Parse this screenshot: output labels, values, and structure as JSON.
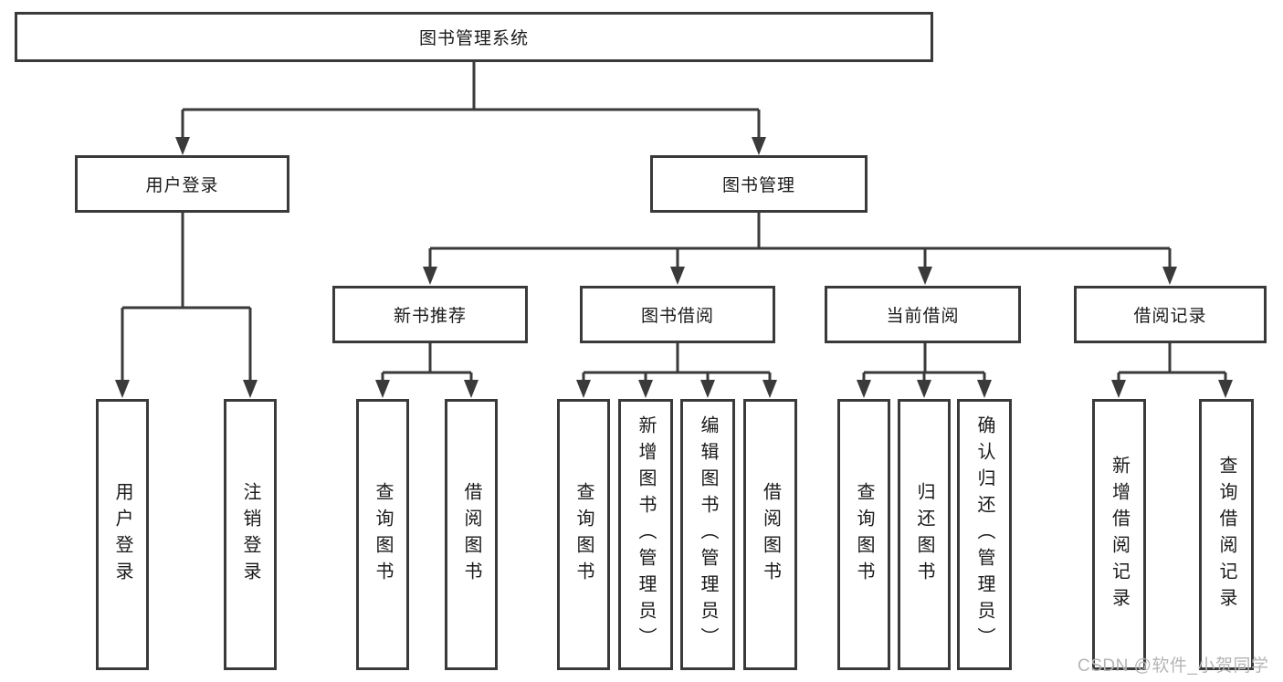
{
  "diagram": {
    "root": {
      "label": "图书管理系统"
    },
    "level2": [
      {
        "id": "user-login",
        "label": "用户登录"
      },
      {
        "id": "book-management",
        "label": "图书管理"
      }
    ],
    "level3": [
      {
        "id": "new-book-recommend",
        "label": "新书推荐"
      },
      {
        "id": "book-borrow",
        "label": "图书借阅"
      },
      {
        "id": "current-borrow",
        "label": "当前借阅"
      },
      {
        "id": "borrow-records",
        "label": "借阅记录"
      }
    ],
    "leaves": {
      "user_login": [
        "用户登录",
        "注销登录"
      ],
      "new_book": [
        "查询图书",
        "借阅图书"
      ],
      "book_borrow": [
        "查询图书",
        "新增图书（管理员）",
        "编辑图书（管理员）",
        "借阅图书"
      ],
      "current_borrow": [
        "查询图书",
        "归还图书",
        "确认归还（管理员）"
      ],
      "borrow_records": [
        "新增借阅记录",
        "查询借阅记录"
      ]
    }
  },
  "watermark": {
    "text": "CSDN @软件_小贺同学"
  },
  "colors": {
    "line": "#3a3a3a",
    "text": "#1a1a1a",
    "background": "#ffffff",
    "watermark": "#b5b5b5"
  }
}
